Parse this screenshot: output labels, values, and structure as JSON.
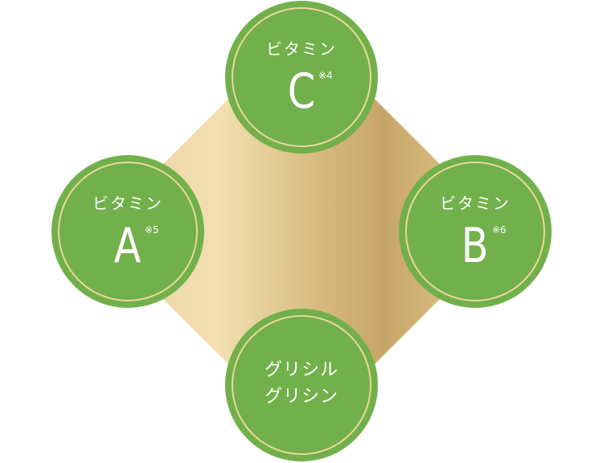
{
  "diagram": {
    "background": "#ffffff",
    "center_shape": {
      "type": "diamond",
      "gradient_colors": [
        "#e6cf9c",
        "#f2e0b0",
        "#c6a668",
        "#e8cd8a"
      ]
    },
    "badge_color": "#72b04c",
    "ring_color": "#ecd89c",
    "text_color": "#ffffff",
    "nodes": [
      {
        "position": "top",
        "prefix": "ビタミン",
        "letter": "C",
        "note": "※4"
      },
      {
        "position": "left",
        "prefix": "ビタミン",
        "letter": "A",
        "note": "※5"
      },
      {
        "position": "right",
        "prefix": "ビタミン",
        "letter": "B",
        "note": "※6"
      },
      {
        "position": "bottom",
        "lines": [
          "グリシル",
          "グリシン"
        ]
      }
    ]
  }
}
